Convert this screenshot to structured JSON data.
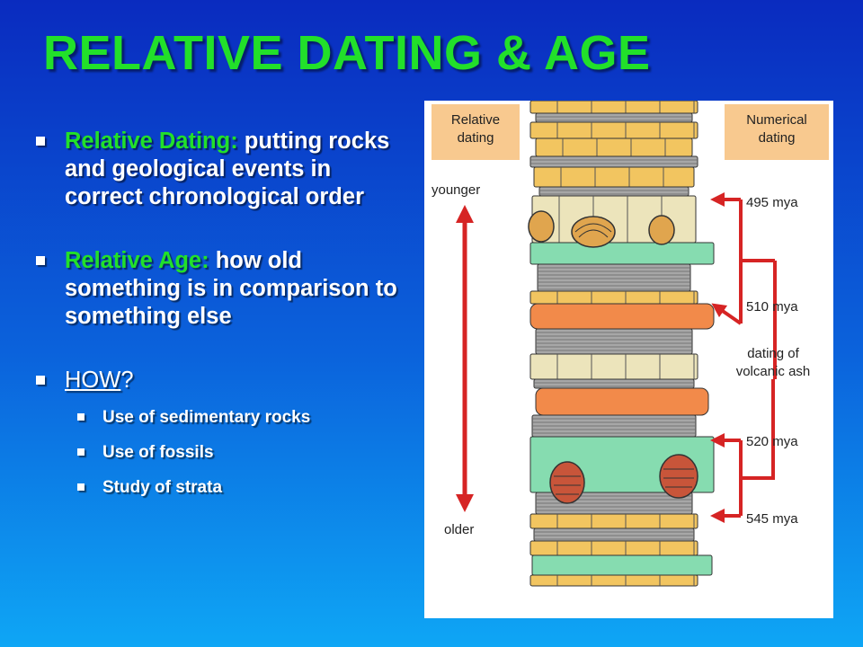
{
  "slide": {
    "title": "RELATIVE DATING & AGE",
    "bullets": [
      {
        "term": "Relative Dating:",
        "text": " putting rocks and geological events in correct chronological order"
      },
      {
        "term": "Relative Age:",
        "text": " how old something is in comparison to something else"
      }
    ],
    "how": {
      "label": "HOW",
      "suffix": "?"
    },
    "sub_bullets": [
      "Use of sedimentary rocks",
      "Use of fossils",
      "Study of strata"
    ]
  },
  "figure": {
    "left_header": [
      "Relative",
      "dating"
    ],
    "right_header": [
      "Numerical",
      "dating"
    ],
    "younger": "younger",
    "older": "older",
    "ages": [
      "495 mya",
      "510 mya",
      "520 mya",
      "545 mya"
    ],
    "volcanic_label": [
      "dating of",
      "volcanic ash"
    ],
    "colors": {
      "header_bg": "#f8c98f",
      "sandstone": "#f2c560",
      "shale": "#a7a7a7",
      "limestone": "#ece4bb",
      "green_layer": "#86dcb0",
      "ash": "#f28a4a",
      "arrow": "#d62424"
    }
  }
}
